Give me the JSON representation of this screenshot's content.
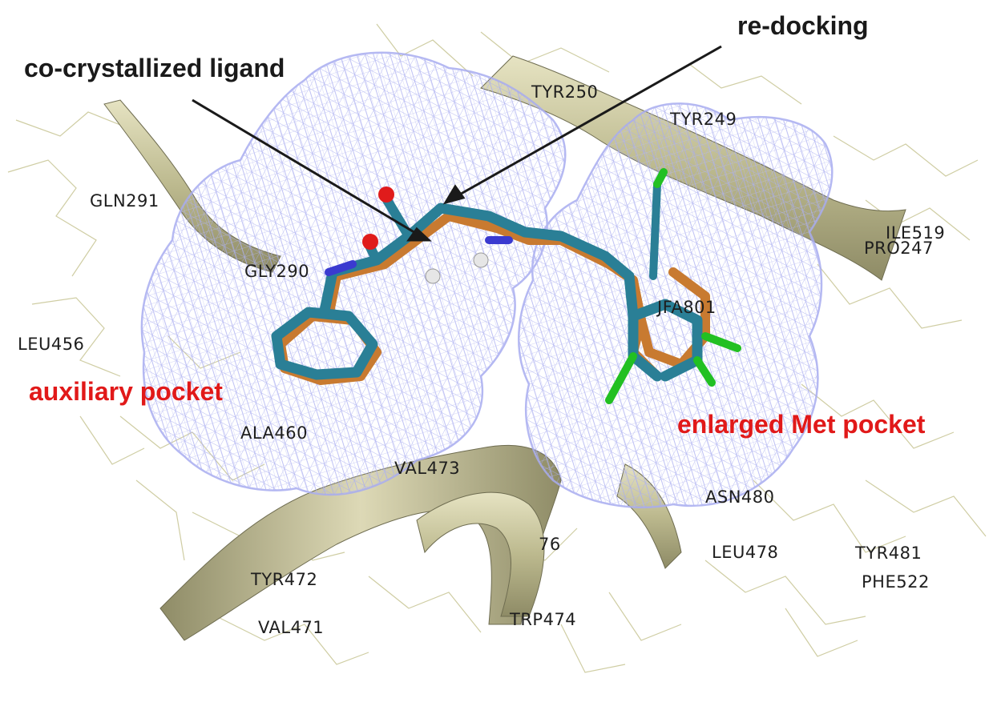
{
  "annotations": {
    "co_crystallized": "co-crystallized ligand",
    "redocking": "re-docking",
    "auxiliary_pocket": "auxiliary pocket",
    "enlarged_met_pocket": "enlarged Met pocket"
  },
  "residues": {
    "tyr250": "TYR250",
    "tyr249": "TYR249",
    "gln291": "GLN291",
    "gly290": "GLY290",
    "ile519": "ILE519",
    "pro247": "PRO247",
    "leu456": "LEU456",
    "jfa801": "JFA801",
    "ala460": "ALA460",
    "val473": "VAL473",
    "asn480": "ASN480",
    "res476": "76",
    "leu478": "LEU478",
    "tyr481": "TYR481",
    "phe522": "PHE522",
    "tyr472": "TYR472",
    "val471": "VAL471",
    "trp474": "TRP474"
  },
  "colors": {
    "annotation_text": "#1a1a1a",
    "pocket_label": "#e11919",
    "surface_mesh": "#a8acf0",
    "ribbon": "#c9c69c",
    "wire_residues": "#cfcda3",
    "ligand_crystal": "#2a7f96",
    "ligand_docked": "#c87a30",
    "chlorine": "#22c022",
    "oxygen": "#e01b1b",
    "nitrogen": "#3a3ad0",
    "hydrogen": "#e6e6e6"
  }
}
